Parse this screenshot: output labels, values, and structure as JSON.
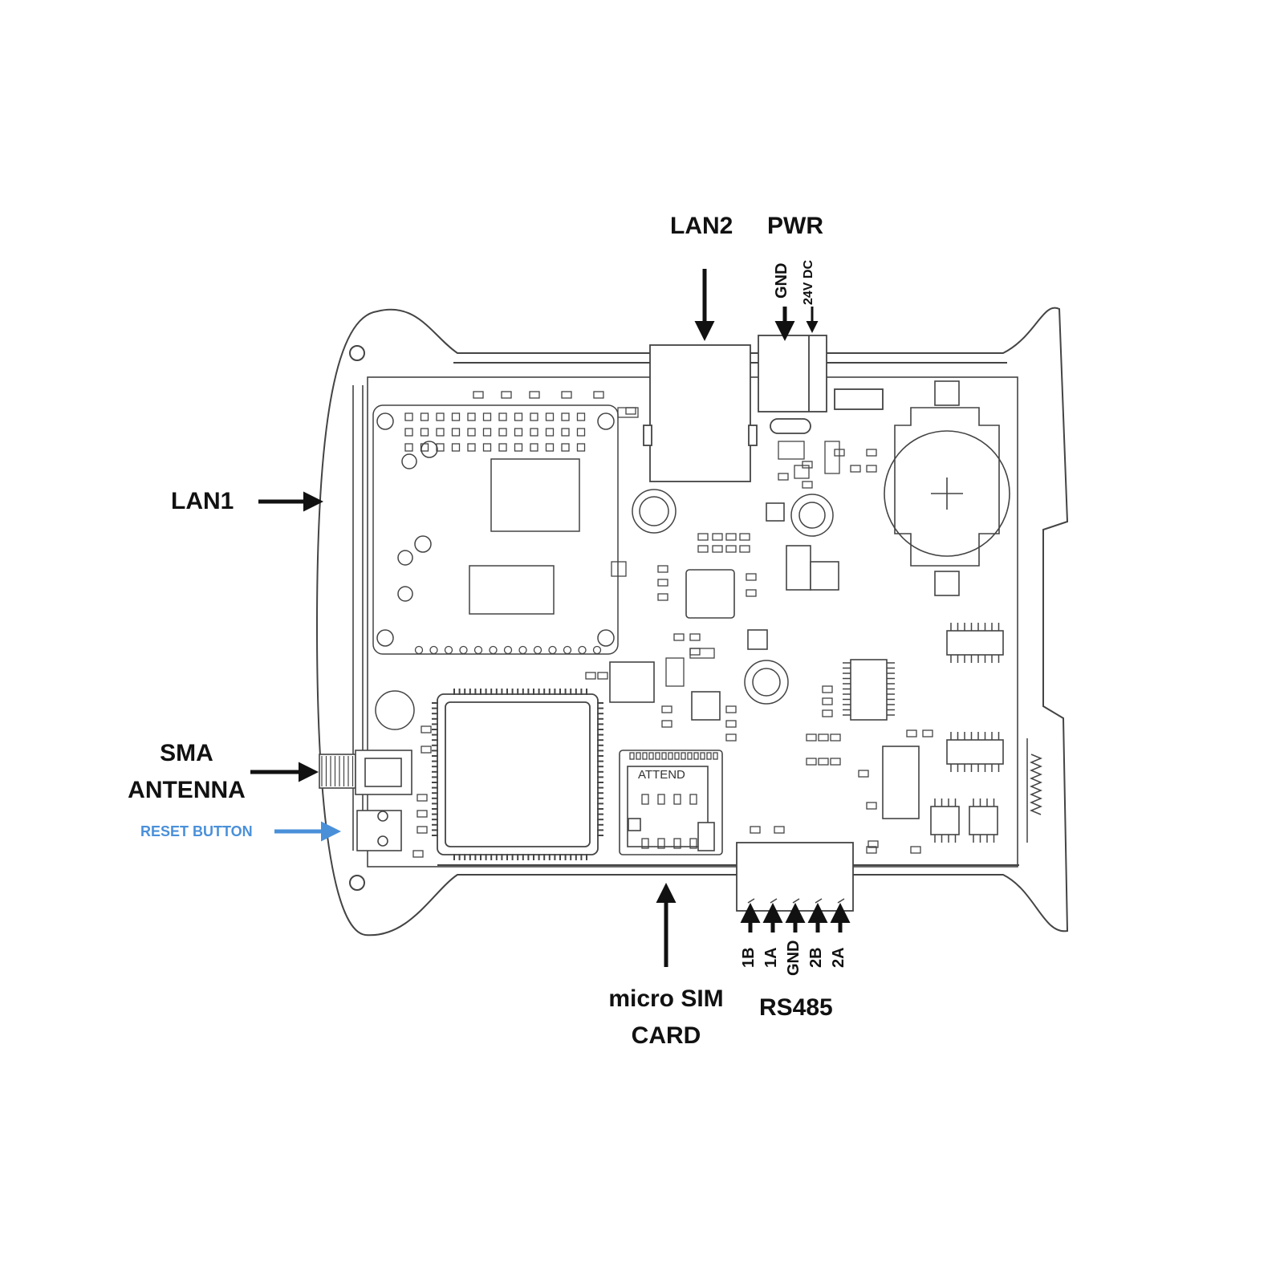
{
  "colors": {
    "ink": "#111111",
    "outline": "#444444",
    "reset_accent": "#4a90d9"
  },
  "labels": {
    "lan2": "LAN2",
    "pwr": "PWR",
    "lan1": "LAN1",
    "sma_line1": "SMA",
    "sma_line2": "ANTENNA",
    "reset": "RESET BUTTON",
    "sim_line1": "micro SIM",
    "sim_line2": "CARD",
    "rs485": "RS485"
  },
  "pwr_pins": {
    "gnd": "GND",
    "dc": "24V DC"
  },
  "rs485_pins": [
    "1B",
    "1A",
    "GND",
    "2B",
    "2A"
  ],
  "board_text": {
    "sim_slot": "ATTEND"
  }
}
